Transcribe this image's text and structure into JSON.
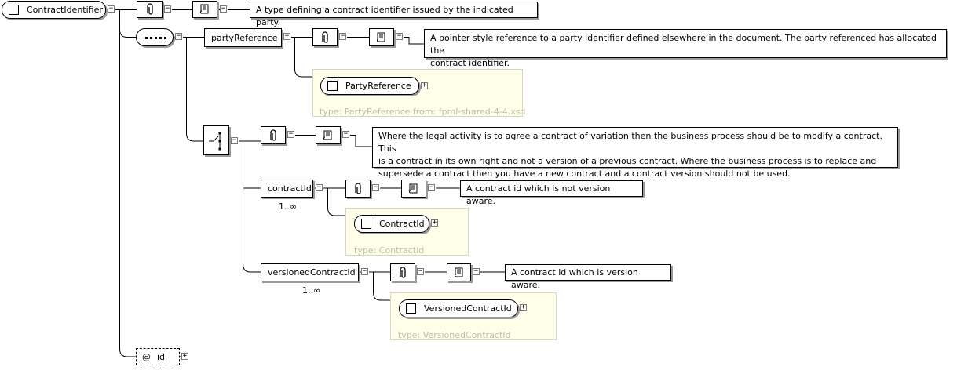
{
  "root": {
    "name": "ContractIdentifier",
    "documentation": "A type defining a contract identifier issued by the indicated party."
  },
  "party_reference": {
    "name": "partyReference",
    "documentation_line1": "A pointer style reference to a party identifier defined elsewhere in the document. The party referenced has allocated the",
    "documentation_line2": "contract identifier.",
    "type_name": "PartyReference",
    "type_label": "type: PartyReference from: fpml-shared-4-4.xsd"
  },
  "choice": {
    "documentation_line1": "Where the legal activity is to agree a contract of variation then the business process should be to modify a contract. This",
    "documentation_line2": "is a contract in its own right and not a version of a previous contract. Where the business process is to replace and",
    "documentation_line3": "supersede a contract then you have a new contract and a contract version should not be used."
  },
  "contract_id": {
    "name": "contractId",
    "occurrence": "1..∞",
    "documentation": "A contract id which is not version aware.",
    "type_name": "ContractId",
    "type_label": "type: ContractId"
  },
  "versioned_contract_id": {
    "name": "versionedContractId",
    "occurrence": "1..∞",
    "documentation": "A contract id which is version aware.",
    "type_name": "VersionedContractId",
    "type_label": "type: VersionedContractId"
  },
  "attribute": {
    "symbol": "@",
    "name": "id"
  },
  "toggle": {
    "collapse": "−",
    "expand": "+"
  }
}
